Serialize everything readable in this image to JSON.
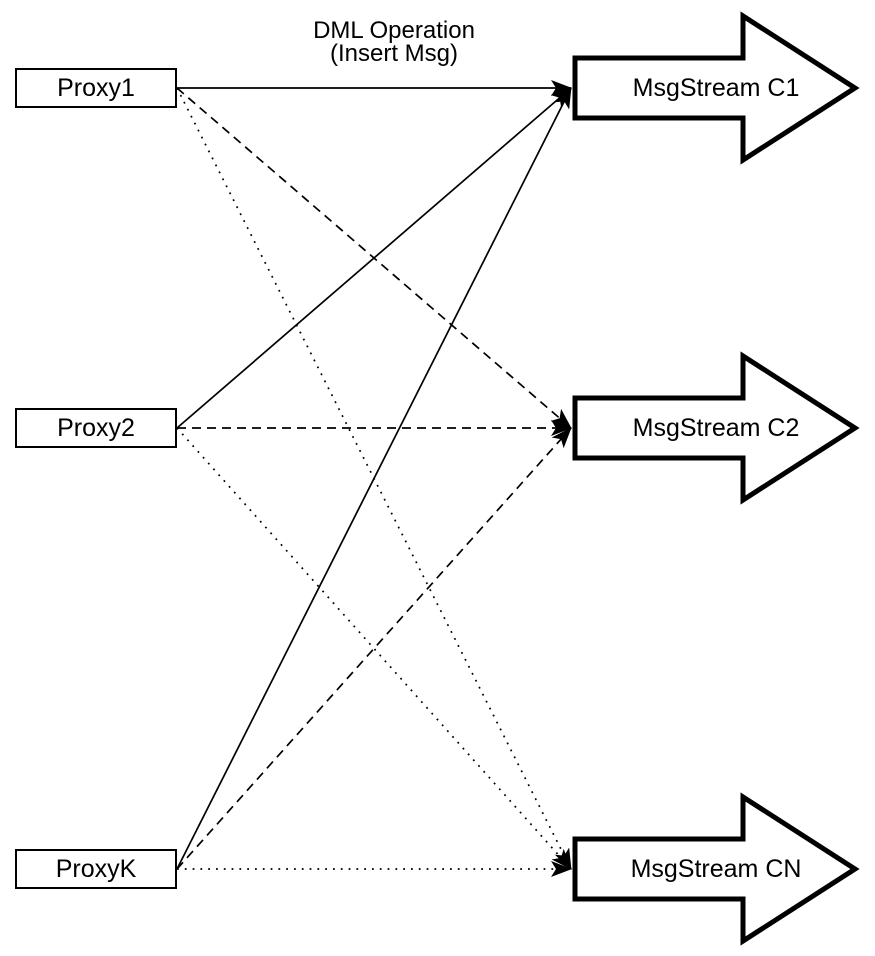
{
  "diagram": {
    "background_color": "#ffffff",
    "stroke_color": "#000000",
    "shape_fill_color": "#ffffff",
    "annotation": {
      "line1": "DML Operation",
      "line2": "(Insert Msg)"
    },
    "proxies": [
      {
        "id": "proxy1",
        "label": "Proxy1"
      },
      {
        "id": "proxy2",
        "label": "Proxy2"
      },
      {
        "id": "proxyK",
        "label": "ProxyK"
      }
    ],
    "streams": [
      {
        "id": "c1",
        "label": "MsgStream C1"
      },
      {
        "id": "c2",
        "label": "MsgStream C2"
      },
      {
        "id": "cn",
        "label": "MsgStream CN"
      }
    ],
    "edges": [
      {
        "from": "proxy1",
        "to": "c1",
        "style": "solid"
      },
      {
        "from": "proxy1",
        "to": "c2",
        "style": "dashed"
      },
      {
        "from": "proxy1",
        "to": "cn",
        "style": "dotted"
      },
      {
        "from": "proxy2",
        "to": "c1",
        "style": "solid"
      },
      {
        "from": "proxy2",
        "to": "c2",
        "style": "dashed"
      },
      {
        "from": "proxy2",
        "to": "cn",
        "style": "dotted"
      },
      {
        "from": "proxyK",
        "to": "c1",
        "style": "solid"
      },
      {
        "from": "proxyK",
        "to": "c2",
        "style": "dashed"
      },
      {
        "from": "proxyK",
        "to": "cn",
        "style": "dotted"
      }
    ]
  }
}
